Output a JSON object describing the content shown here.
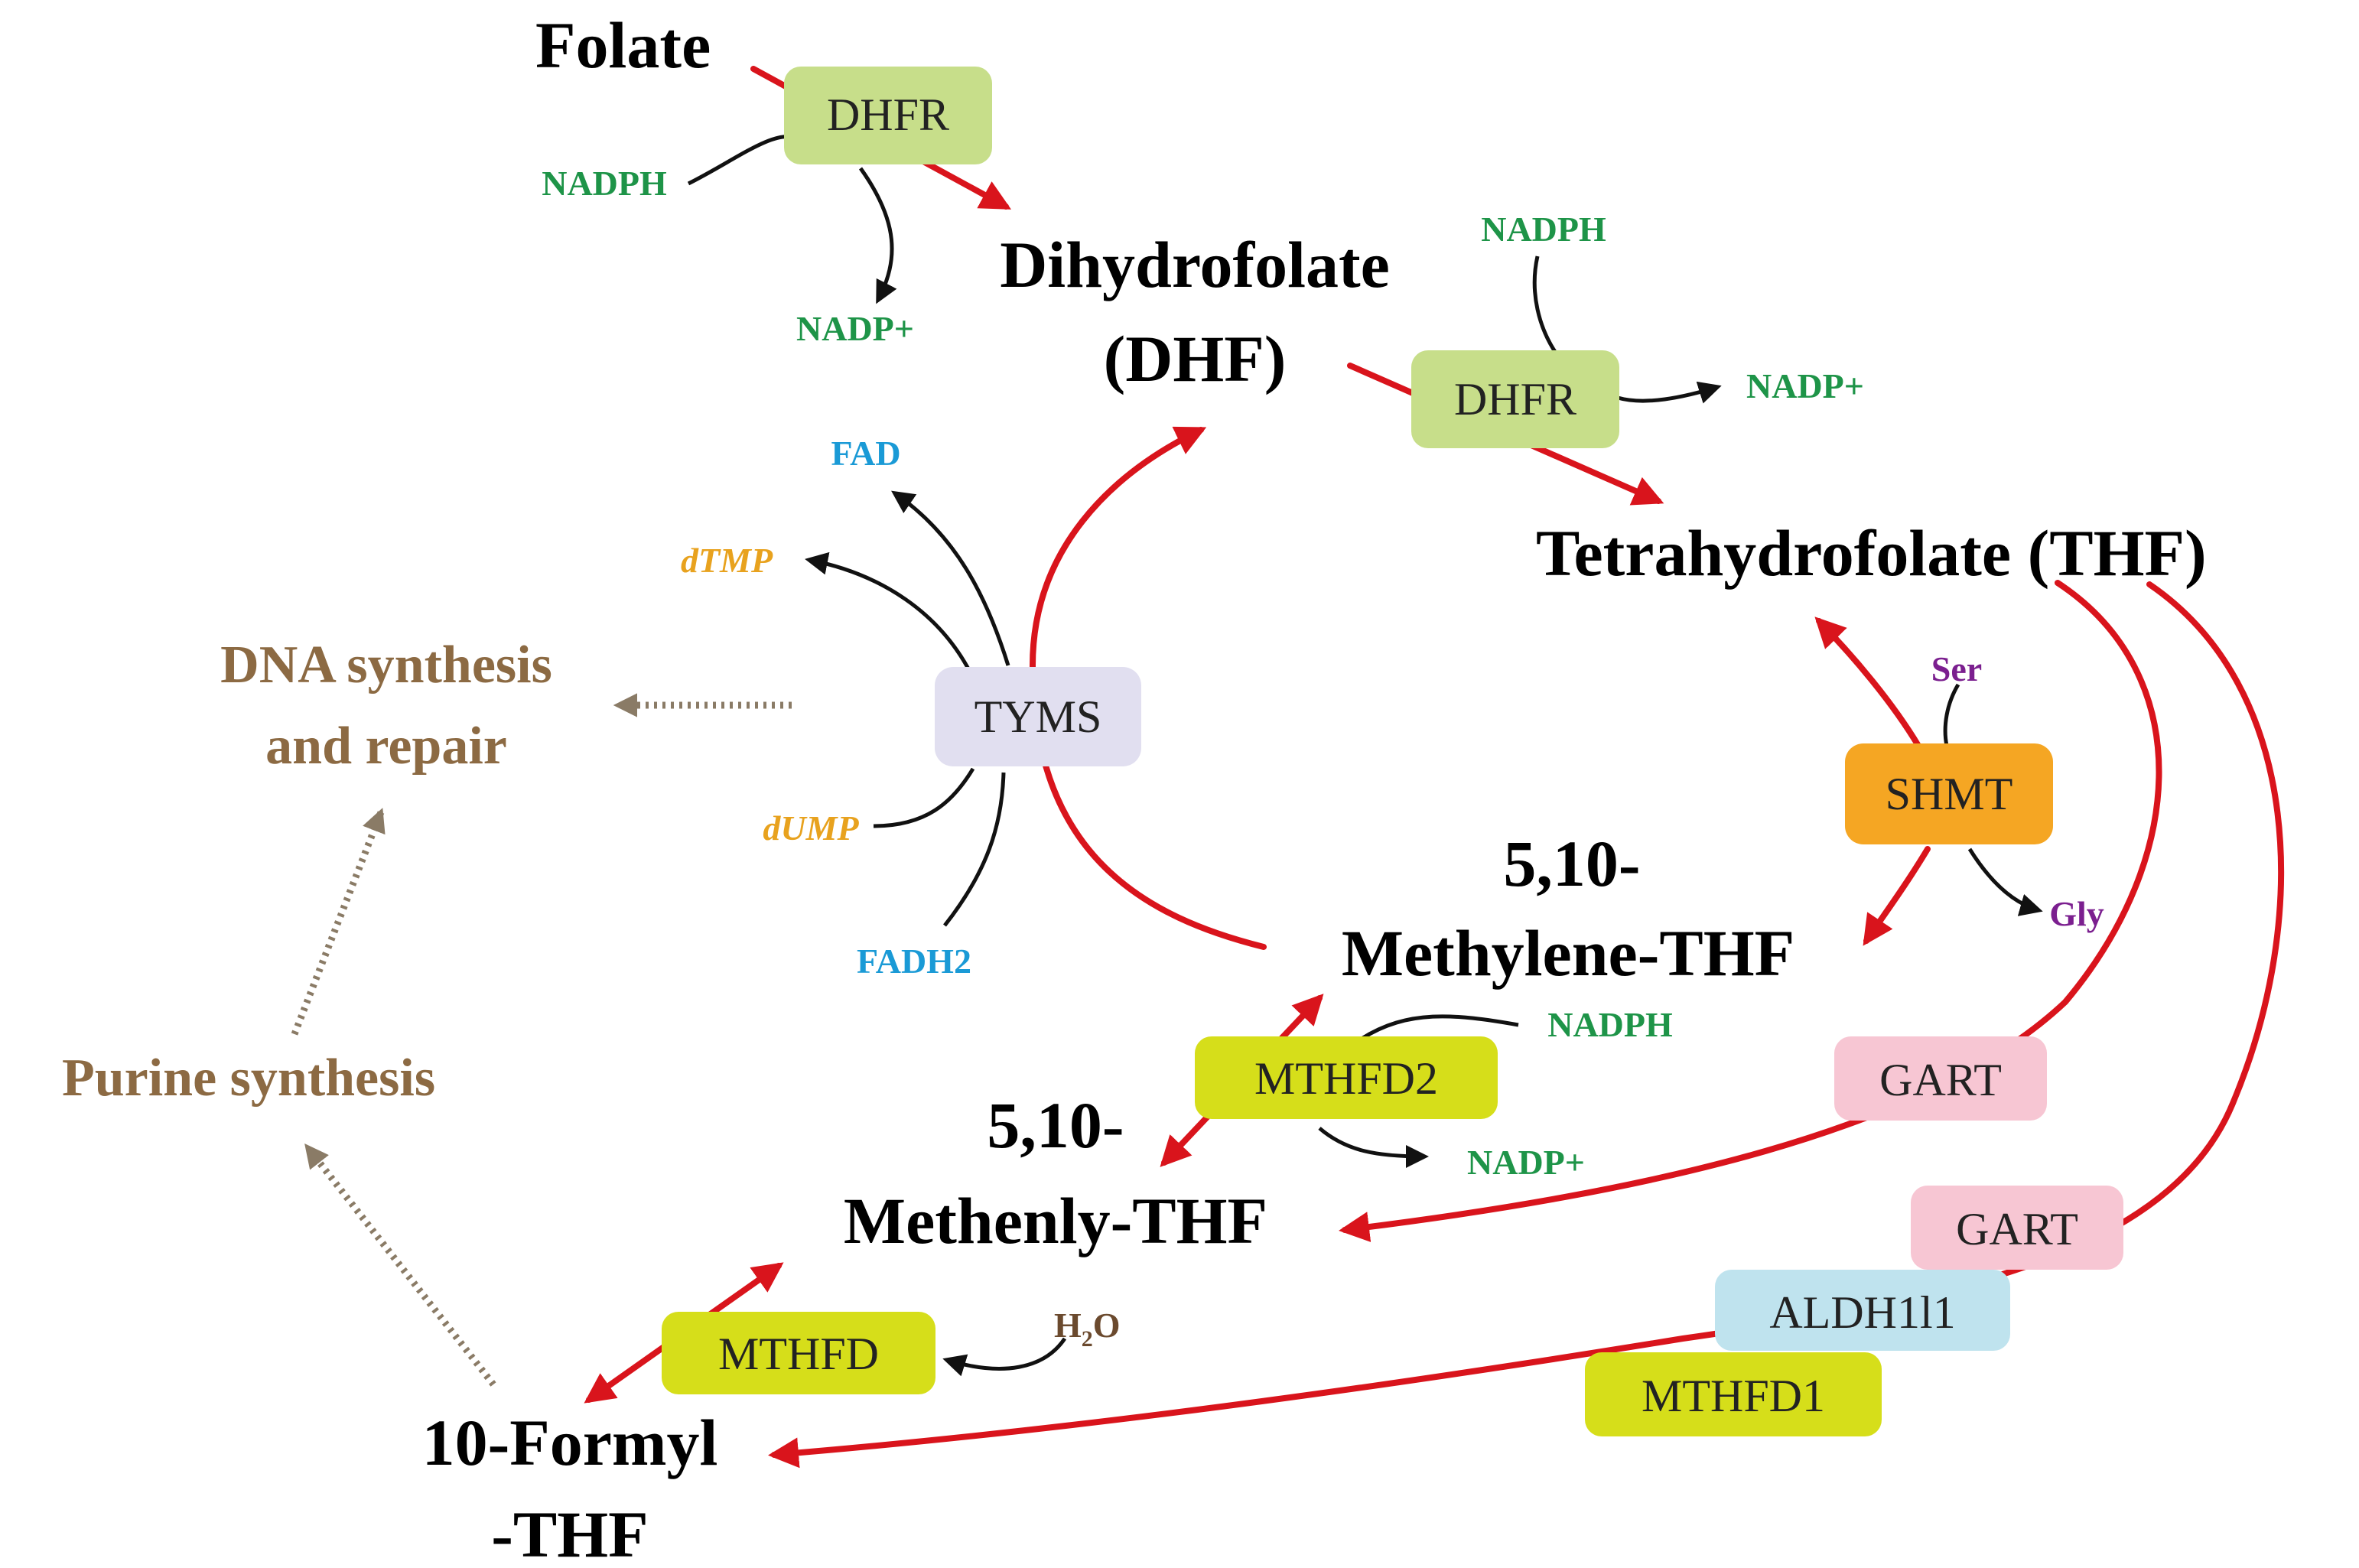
{
  "colors": {
    "reaction_arrow": "#d9141c",
    "cofactor_arrow": "#111111",
    "dotted_arrow": "#8a7b66",
    "nadph": "#1e9448",
    "fad": "#1a9ad6",
    "nucleotide": "#e8a21e",
    "amino_acid": "#7b1f8f",
    "water": "#6b4a2e",
    "outcome_text": "#8c6a43"
  },
  "metabolites": {
    "folate": "Folate",
    "dhf_line1": "Dihydrofolate",
    "dhf_line2": "(DHF)",
    "thf": "Tetrahydrofolate (THF)",
    "methylene_line1": "5,10-",
    "methylene_line2": "Methylene-THF",
    "methenyl_line1": "5,10-",
    "methenyl_line2": "Methenly-THF",
    "formyl_line1": "10-Formyl",
    "formyl_line2": "-THF"
  },
  "outcomes": {
    "dna_line1": "DNA synthesis",
    "dna_line2": "and repair",
    "purine": "Purine synthesis"
  },
  "enzymes": {
    "dhfr_1": {
      "label": "DHFR",
      "color": "#c7de8a"
    },
    "dhfr_2": {
      "label": "DHFR",
      "color": "#c7de8a"
    },
    "tyms": {
      "label": "TYMS",
      "color": "#e1dff0"
    },
    "shmt": {
      "label": "SHMT",
      "color": "#f5a623"
    },
    "mthfd2": {
      "label": "MTHFD2",
      "color": "#d6de1a"
    },
    "gart_1": {
      "label": "GART",
      "color": "#f7c6d3"
    },
    "gart_2": {
      "label": "GART",
      "color": "#f7c6d3"
    },
    "aldh1l1": {
      "label": "ALDH1l1",
      "color": "#bfe3ee"
    },
    "mthfd1": {
      "label": "MTHFD1",
      "color": "#d6de1a"
    },
    "mthfd": {
      "label": "MTHFD",
      "color": "#d6de1a"
    }
  },
  "cofactors": {
    "nadph_1": "NADPH",
    "nadp_1": "NADP+",
    "nadph_2": "NADPH",
    "nadp_2": "NADP+",
    "fad": "FAD",
    "dtmp": "dTMP",
    "dump": "dUMP",
    "fadh2": "FADH2",
    "ser": "Ser",
    "gly": "Gly",
    "nadph_3": "NADPH",
    "nadp_3": "NADP+",
    "h2o_h": "H",
    "h2o_sub": "2",
    "h2o_o": "O"
  }
}
